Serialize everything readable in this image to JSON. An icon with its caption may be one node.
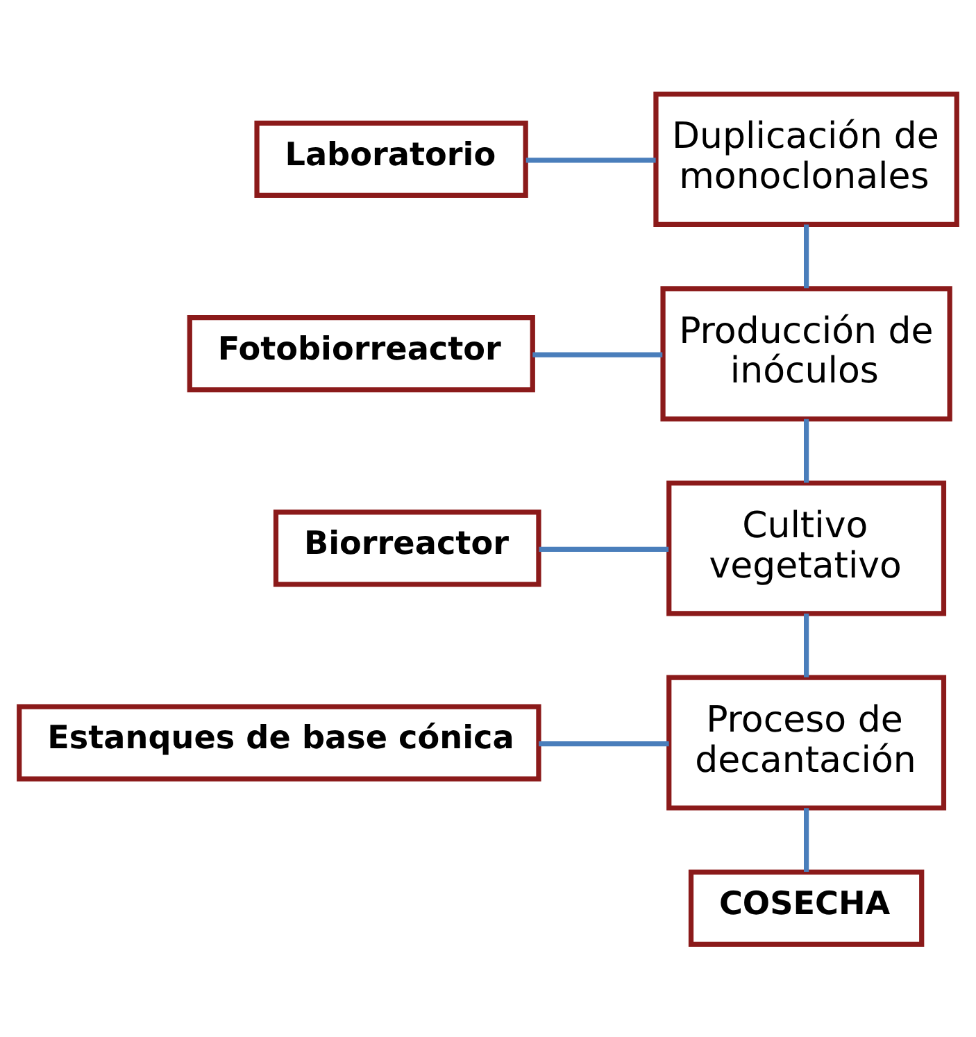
{
  "diagram": {
    "nodes": [
      {
        "text": [
          "Laboratorio"
        ]
      },
      {
        "text": [
          "Duplicación de monoclonales"
        ]
      },
      {
        "text": [
          "Fotobiorreactor"
        ]
      },
      {
        "text": [
          "Producción de inóculos"
        ]
      },
      {
        "text": [
          "Biorreactor"
        ]
      },
      {
        "text": [
          "Cultivo vegetativo"
        ]
      },
      {
        "text": [
          "Estanques de base cónica"
        ]
      },
      {
        "text": [
          "Proceso de decantación"
        ]
      },
      {
        "text": [
          "COSECHA"
        ]
      }
    ],
    "edges": [
      {
        "from": 0,
        "to": 1,
        "arrow": "none"
      },
      {
        "from": 1,
        "to": 3,
        "arrow": "none"
      },
      {
        "from": 2,
        "to": 3,
        "arrow": "none"
      },
      {
        "from": 3,
        "to": 5,
        "arrow": "none"
      },
      {
        "from": 4,
        "to": 5,
        "arrow": "none"
      },
      {
        "from": 5,
        "to": 7,
        "arrow": "none"
      },
      {
        "from": 6,
        "to": 7,
        "arrow": "none"
      },
      {
        "from": 7,
        "to": 8,
        "arrow": "none"
      }
    ]
  }
}
